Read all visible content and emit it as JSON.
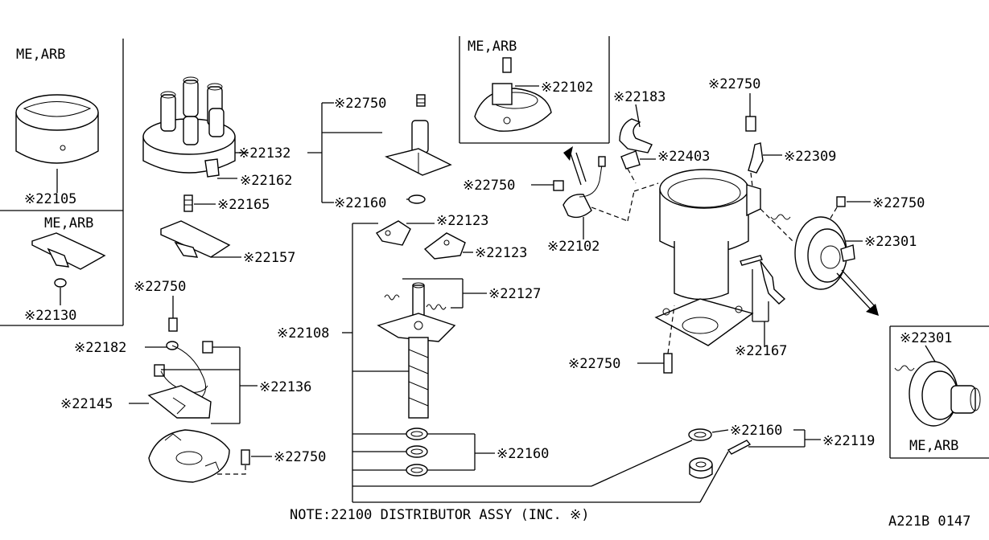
{
  "variant_labels": {
    "box_top_left": "ME,ARB",
    "box_mid_left": "ME,ARB",
    "box_top_center": "ME,ARB",
    "box_right": "ME,ARB"
  },
  "callouts": {
    "p22105": "※22105",
    "p22130": "※22130",
    "p22132": "※22132",
    "p22162": "※22162",
    "p22165": "※22165",
    "p22157": "※22157",
    "p22750_a": "※22750",
    "p22160_a": "※22160",
    "p22123_a": "※22123",
    "p22123_b": "※22123",
    "p22127": "※22127",
    "p22108": "※22108",
    "p22160_b": "※22160",
    "p22750_b": "※22750",
    "p22182": "※22182",
    "p22136": "※22136",
    "p22145": "※22145",
    "p22750_c": "※22750",
    "p22102_a": "※22102",
    "p22750_d": "※22750",
    "p22102_b": "※22102",
    "p22183": "※22183",
    "p22403": "※22403",
    "p22750_e": "※22750",
    "p22309": "※22309",
    "p22750_f": "※22750",
    "p22301_a": "※22301",
    "p22167": "※22167",
    "p22750_g": "※22750",
    "p22301_b": "※22301",
    "p22160_c": "※22160",
    "p22119": "※22119"
  },
  "note": "NOTE:22100 DISTRIBUTOR ASSY (INC. ※)",
  "figure_code": "A221B 0147"
}
